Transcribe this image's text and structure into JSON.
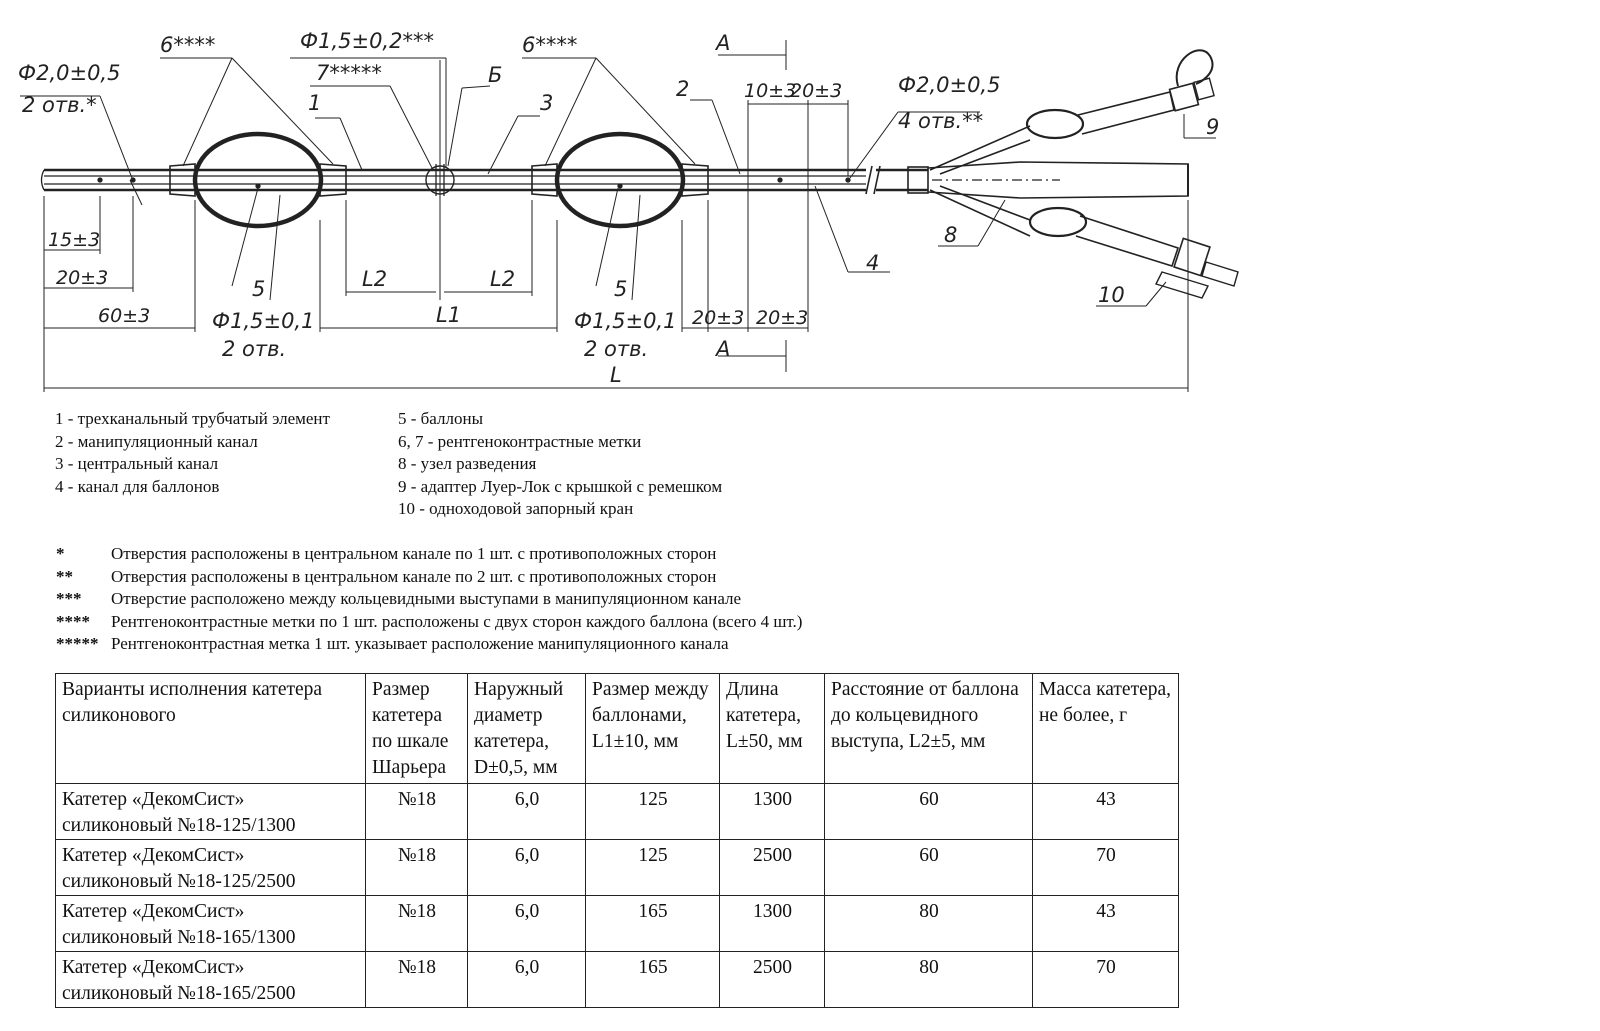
{
  "drawing": {
    "labels": {
      "d_holes_left": "Ф2,0±0,5",
      "holes_left": "2 отв.*",
      "mark6_left": "6****",
      "d_channel": "Ф1,5±0,2***",
      "mark7": "7*****",
      "mark1": "1",
      "markB": "Б",
      "mark3": "3",
      "mark6_right": "6****",
      "markA_top": "А",
      "mark2": "2",
      "dim_10": "10±3",
      "dim_20_top": "20±3",
      "d_holes_right": "Ф2,0±0,5",
      "holes_right": "4 отв.**",
      "mark9": "9",
      "mark8": "8",
      "mark4": "4",
      "mark10": "10",
      "dim_15": "15±3",
      "dim_20_left": "20±3",
      "dim_60": "60±3",
      "mark5_left": "5",
      "d_balloon_left": "Ф1,5±0,1",
      "holes_balloon_left": "2 отв.",
      "L2_left": "L2",
      "L2_right": "L2",
      "L1": "L1",
      "mark5_right": "5",
      "d_balloon_right": "Ф1,5±0,1",
      "holes_balloon_right": "2 отв.",
      "dim_20_a": "20±3",
      "dim_20_b": "20±3",
      "markA_bottom": "А",
      "L": "L"
    }
  },
  "legend": {
    "left": [
      "1 - трехканальный трубчатый элемент",
      "2 - манипуляционный канал",
      "3 - центральный канал",
      "4 - канал для баллонов"
    ],
    "right": [
      "5 - баллоны",
      "6, 7 - рентгеноконтрастные метки",
      "8 - узел разведения",
      "9 - адаптер Луер-Лок с крышкой с ремешком",
      "10 - одноходовой запорный кран"
    ]
  },
  "notes": [
    {
      "mark": "*",
      "text": "Отверстия расположены в центральном канале по 1 шт. с противоположных сторон"
    },
    {
      "mark": "**",
      "text": "Отверстия расположены в центральном канале по 2 шт. с противоположных сторон"
    },
    {
      "mark": "***",
      "text": "Отверстие расположено между кольцевидными выступами в манипуляционном канале"
    },
    {
      "mark": "****",
      "text": "Рентгеноконтрастные метки по 1 шт. расположены с двух сторон каждого баллона (всего 4 шт.)"
    },
    {
      "mark": "*****",
      "text": "Рентгеноконтрастная метка 1 шт. указывает расположение манипуляционного канала"
    }
  ],
  "table": {
    "headers": [
      "Варианты исполнения катетера силиконового",
      "Размер катетера по шкале Шарьера",
      "Наружный диаметр катетера, D±0,5, мм",
      "Размер между баллонами, L1±10, мм",
      "Длина катетера, L±50, мм",
      "Расстояние от баллона до кольцевидного выступа, L2±5, мм",
      "Масса катетера, не более, г"
    ],
    "rows": [
      {
        "name1": "Катетер «ДекомСист»",
        "name2": "силиконовый №18-125/1300",
        "size": "№18",
        "diameter": "6,0",
        "l1": "125",
        "length": "1300",
        "l2": "60",
        "mass": "43"
      },
      {
        "name1": "Катетер «ДекомСист»",
        "name2": "силиконовый №18-125/2500",
        "size": "№18",
        "diameter": "6,0",
        "l1": "125",
        "length": "2500",
        "l2": "60",
        "mass": "70"
      },
      {
        "name1": "Катетер «ДекомСист»",
        "name2": "силиконовый №18-165/1300",
        "size": "№18",
        "diameter": "6,0",
        "l1": "165",
        "length": "1300",
        "l2": "80",
        "mass": "43"
      },
      {
        "name1": "Катетер «ДекомСист»",
        "name2": "силиконовый №18-165/2500",
        "size": "№18",
        "diameter": "6,0",
        "l1": "165",
        "length": "2500",
        "l2": "80",
        "mass": "70"
      }
    ]
  }
}
